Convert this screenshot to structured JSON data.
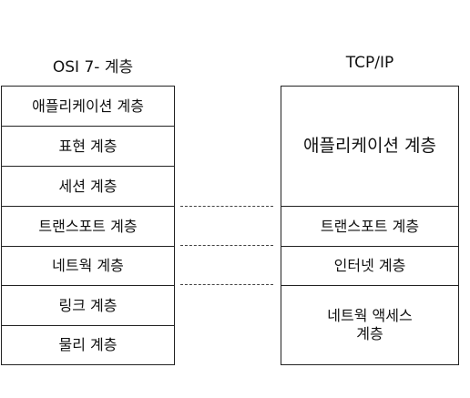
{
  "osi": {
    "title": "OSI 7- 계층",
    "layers": [
      "애플리케이션 계층",
      "표현 계층",
      "세션 계층",
      "트랜스포트 계층",
      "네트웍 계층",
      "링크 계층",
      "물리 계층"
    ]
  },
  "tcpip": {
    "title": "TCP/IP",
    "layers": [
      "애플리케이션 계층",
      "트랜스포트 계층",
      "인터넷 계층",
      "네트웍 액세스\n계층"
    ]
  },
  "colors": {
    "line": "#222222",
    "background": "#ffffff"
  }
}
